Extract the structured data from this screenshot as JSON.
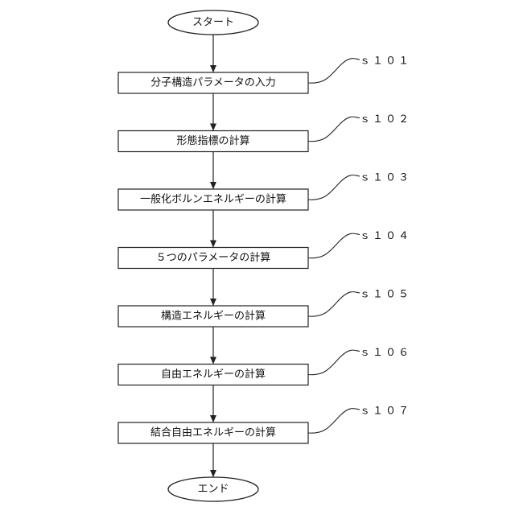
{
  "flowchart": {
    "start": "スタート",
    "end": "エンド",
    "steps": [
      {
        "id": "S101",
        "label": "ｓ１０１",
        "text": "分子構造パラメータの入力"
      },
      {
        "id": "S102",
        "label": "ｓ１０２",
        "text": "形態指標の計算"
      },
      {
        "id": "S103",
        "label": "ｓ１０３",
        "text": "一般化ボルンエネルギーの計算"
      },
      {
        "id": "S104",
        "label": "ｓ１０４",
        "text": "５つのパラメータの計算"
      },
      {
        "id": "S105",
        "label": "ｓ１０５",
        "text": "構造エネルギーの計算"
      },
      {
        "id": "S106",
        "label": "ｓ１０６",
        "text": "自由エネルギーの計算"
      },
      {
        "id": "S107",
        "label": "ｓ１０７",
        "text": "結合自由エネルギーの計算"
      }
    ]
  }
}
